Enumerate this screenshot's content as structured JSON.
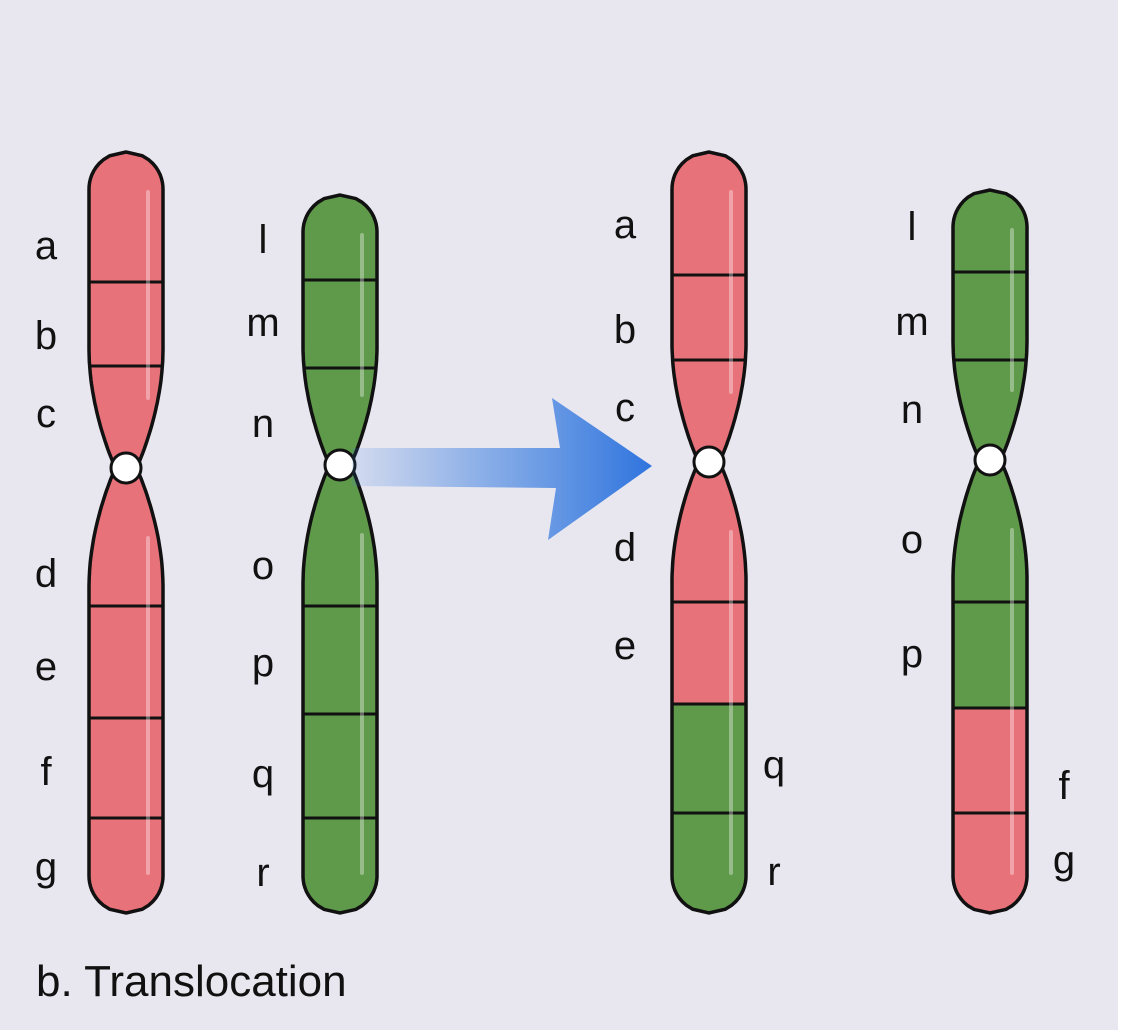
{
  "caption": "b. Translocation",
  "colors": {
    "background": "#e8e7f0",
    "red_segment": "#e8727a",
    "green_segment": "#5e9a4a",
    "centromere": "#ffffff",
    "arrow": "#3a7ee0",
    "outline": "#111111"
  },
  "arrow_icon": "right-arrow-icon",
  "chromosomes": [
    {
      "id": "original-red",
      "segments": [
        {
          "label": "a",
          "color": "red_segment"
        },
        {
          "label": "b",
          "color": "red_segment"
        },
        {
          "label": "c",
          "color": "red_segment"
        },
        {
          "label": "d",
          "color": "red_segment"
        },
        {
          "label": "e",
          "color": "red_segment"
        },
        {
          "label": "f",
          "color": "red_segment"
        },
        {
          "label": "g",
          "color": "red_segment"
        }
      ]
    },
    {
      "id": "original-green",
      "segments": [
        {
          "label": "l",
          "color": "green_segment"
        },
        {
          "label": "m",
          "color": "green_segment"
        },
        {
          "label": "n",
          "color": "green_segment"
        },
        {
          "label": "o",
          "color": "green_segment"
        },
        {
          "label": "p",
          "color": "green_segment"
        },
        {
          "label": "q",
          "color": "green_segment"
        },
        {
          "label": "r",
          "color": "green_segment"
        }
      ]
    },
    {
      "id": "translocated-red",
      "segments": [
        {
          "label": "a",
          "color": "red_segment"
        },
        {
          "label": "b",
          "color": "red_segment"
        },
        {
          "label": "c",
          "color": "red_segment"
        },
        {
          "label": "d",
          "color": "red_segment"
        },
        {
          "label": "e",
          "color": "red_segment"
        },
        {
          "label": "q",
          "color": "green_segment"
        },
        {
          "label": "r",
          "color": "green_segment"
        }
      ]
    },
    {
      "id": "translocated-green",
      "segments": [
        {
          "label": "l",
          "color": "green_segment"
        },
        {
          "label": "m",
          "color": "green_segment"
        },
        {
          "label": "n",
          "color": "green_segment"
        },
        {
          "label": "o",
          "color": "green_segment"
        },
        {
          "label": "p",
          "color": "green_segment"
        },
        {
          "label": "f",
          "color": "red_segment"
        },
        {
          "label": "g",
          "color": "red_segment"
        }
      ]
    }
  ]
}
